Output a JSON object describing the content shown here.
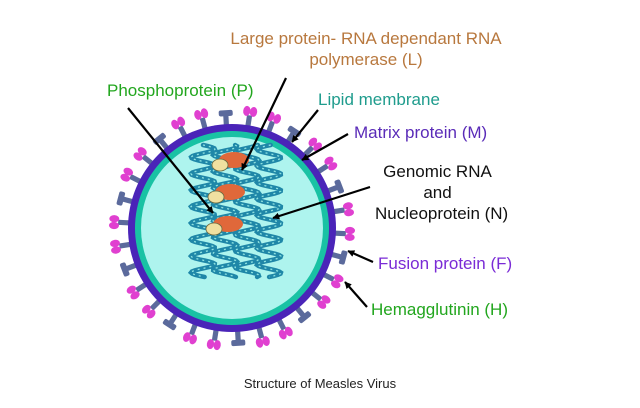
{
  "labels": {
    "large_protein": "Large protein- RNA dependant RNA polymerase (L)",
    "phosphoprotein": "Phosphoprotein (P)",
    "lipid_membrane": "Lipid membrane",
    "matrix_protein": "Matrix protein (M)",
    "genomic_rna": "Genomic  RNA and Nucleoprotein (N)",
    "fusion_protein": "Fusion protein (F)",
    "hemagglutinin": "Hemagglutinin (H)"
  },
  "caption": "Structure of Measles Virus",
  "colors": {
    "large_protein": "#b8783e",
    "phosphoprotein": "#22a61e",
    "lipid_membrane": "#1f9c8d",
    "matrix_protein": "#5a2bb8",
    "genomic_rna": "#111111",
    "fusion_protein": "#7a2bd6",
    "hemagglutinin": "#22a61e",
    "virus_core": "#aef4ee",
    "membrane_ring": "#19c2a4",
    "matrix_ring": "#4a24b8",
    "spike_stalk": "#5b6a9c",
    "spike_head": "#e040d0",
    "nucleocapsid": "#1f87a8",
    "polymerase": "#e0683a",
    "phospho_bead": "#f0e0a0"
  }
}
